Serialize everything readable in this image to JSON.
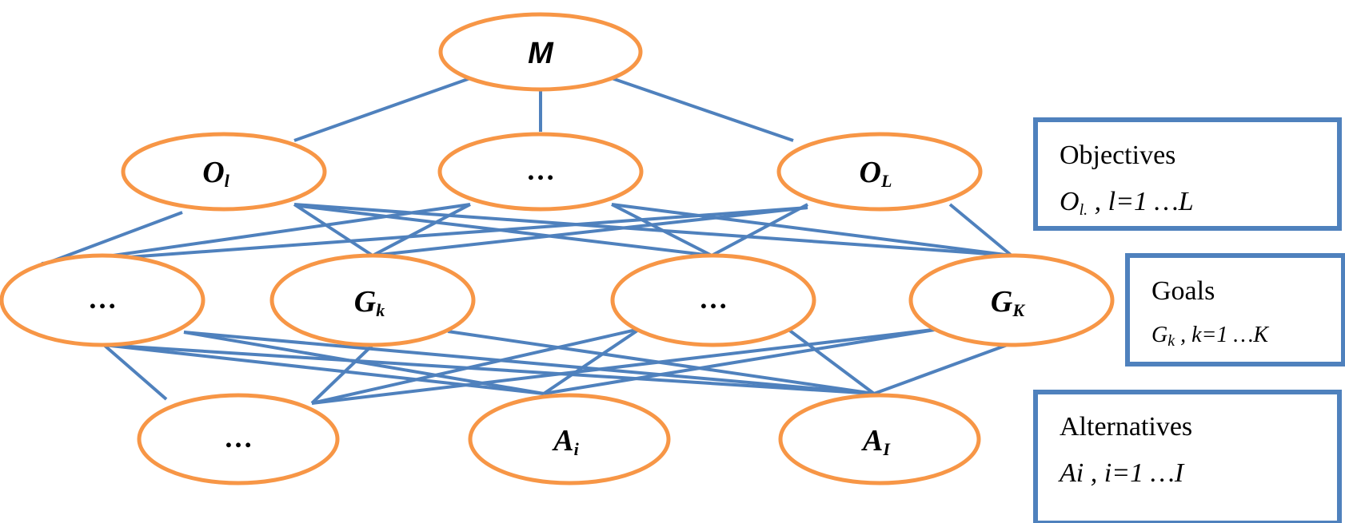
{
  "colors": {
    "node_stroke": "#F79646",
    "edge": "#4F81BD",
    "legend_stroke": "#4F81BD",
    "text": "#000000"
  },
  "nodes": {
    "mission": {
      "label": "M"
    },
    "objective_l": {
      "main": "O",
      "sub": "l"
    },
    "objective_mid": {
      "label": "…"
    },
    "objective_L": {
      "main": "O",
      "sub": "L"
    },
    "goal_left": {
      "label": "…"
    },
    "goal_k": {
      "main": "G",
      "sub": "k"
    },
    "goal_mid": {
      "label": "…"
    },
    "goal_K": {
      "main": "G",
      "sub": "K"
    },
    "alt_left": {
      "label": "…"
    },
    "alt_i": {
      "main": "A",
      "sub": "i"
    },
    "alt_I": {
      "main": "A",
      "sub": "I"
    }
  },
  "legend": {
    "objectives": {
      "title": "Objectives",
      "def_main": "O",
      "def_sub": "l.",
      "def_rest": " ,  l=1 …L"
    },
    "goals": {
      "title": "Goals",
      "def_main": "G",
      "def_sub": "k",
      "def_rest": " ,  k=1 …K"
    },
    "alternatives": {
      "title": "Alternatives",
      "def_text": "Ai ,  i=1 …I"
    }
  }
}
